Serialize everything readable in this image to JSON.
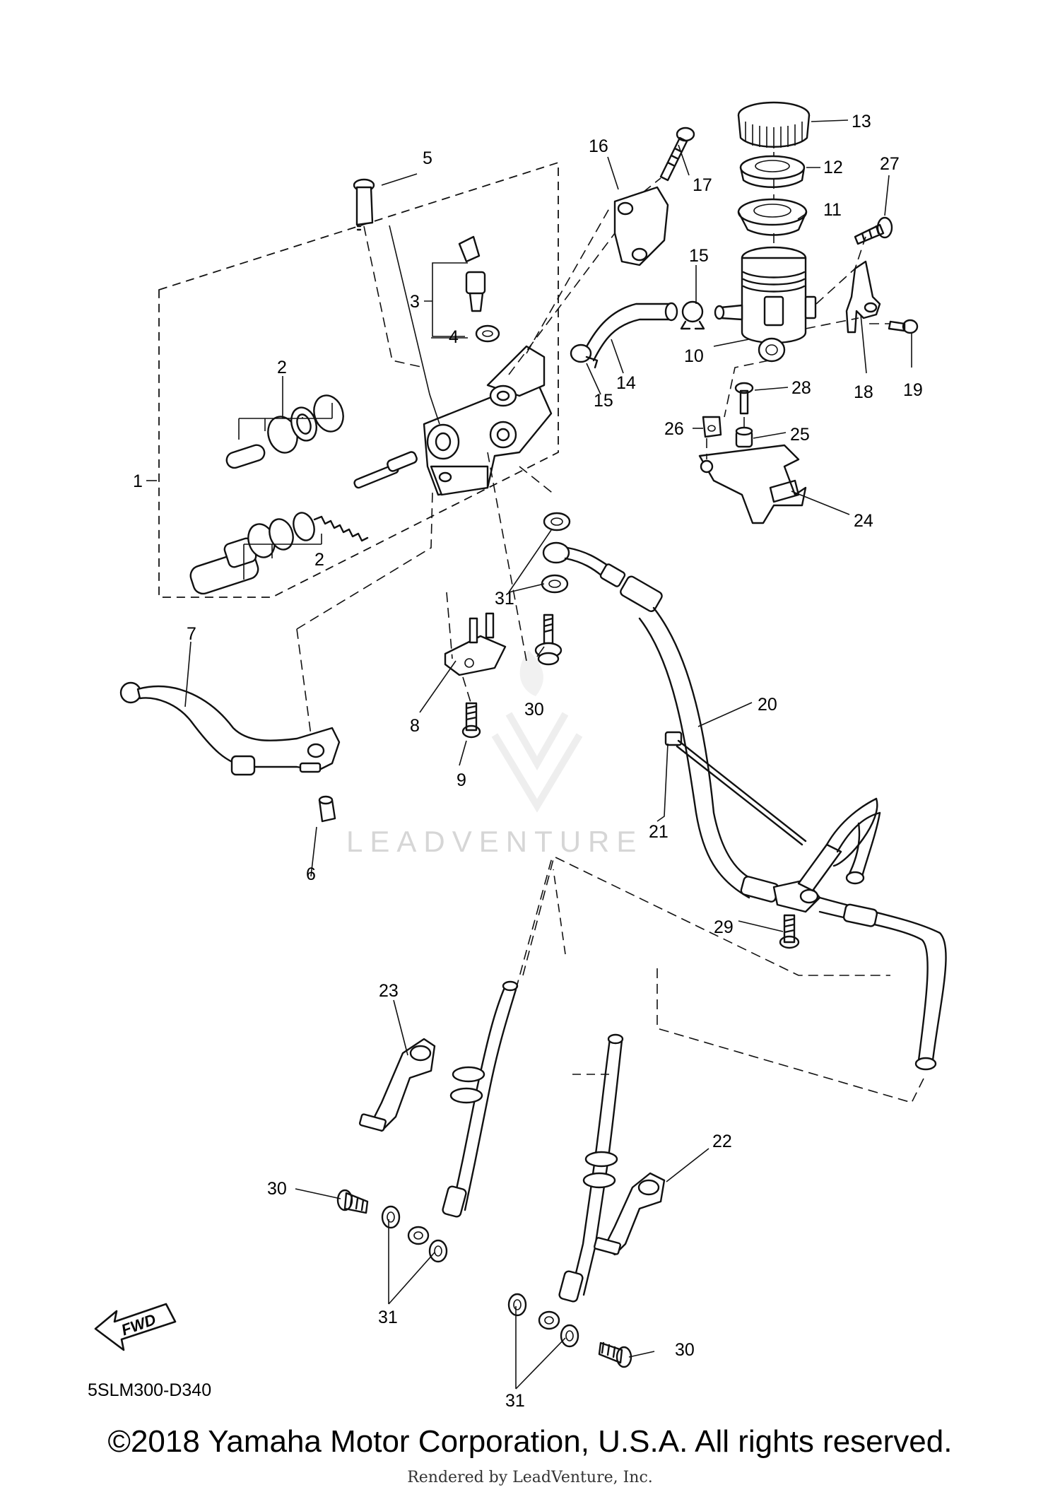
{
  "diagram_code": "5SLM300-D340",
  "fwd_label": "FWD",
  "watermark": "LEADVENTURE",
  "copyright": "©2018 Yamaha Motor Corporation, U.S.A. All rights reserved.",
  "rendered_by": "Rendered by LeadVenture, Inc.",
  "callouts": [
    "1",
    "2",
    "2",
    "3",
    "4",
    "5",
    "6",
    "7",
    "8",
    "9",
    "10",
    "11",
    "12",
    "13",
    "14",
    "15",
    "15",
    "16",
    "17",
    "18",
    "19",
    "20",
    "21",
    "22",
    "23",
    "24",
    "25",
    "26",
    "27",
    "28",
    "29",
    "30",
    "30",
    "30",
    "31",
    "31",
    "31"
  ]
}
